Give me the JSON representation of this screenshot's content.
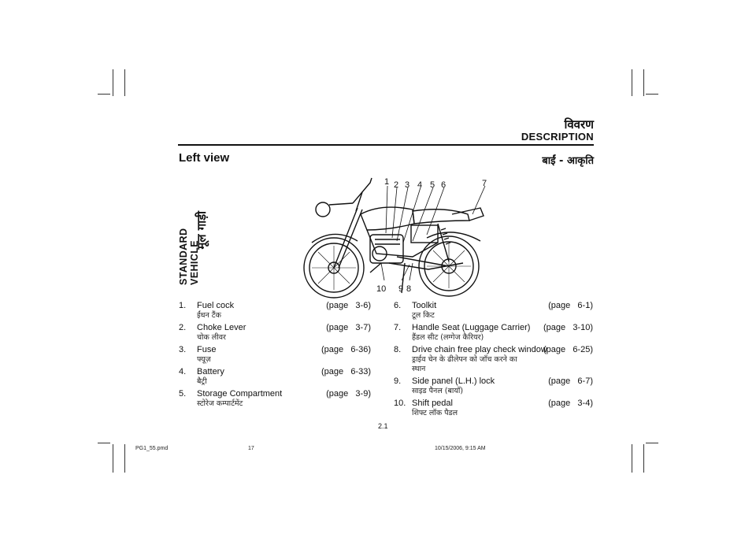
{
  "header": {
    "title_hindi": "विवरण",
    "title_english": "DESCRIPTION"
  },
  "section": {
    "title": "Left view",
    "title_hindi": "बाईं - आकृति",
    "side_label": "STANDARD VEHICLE",
    "side_label_hindi": "मूल गाड़ी"
  },
  "diagram": {
    "callouts": [
      "1",
      "2",
      "3",
      "4",
      "5",
      "6",
      "7",
      "8",
      "9",
      "10"
    ]
  },
  "parts_left": [
    {
      "num": "1.",
      "name": "Fuel cock",
      "page": "(page   3-6)",
      "hindi": "ईंधन टैंक"
    },
    {
      "num": "2.",
      "name": "Choke Lever",
      "page": "(page   3-7)",
      "hindi": "चोक लीवर"
    },
    {
      "num": "3.",
      "name": "Fuse",
      "page": "(page   6-36)",
      "hindi": "फ्यूज़"
    },
    {
      "num": "4.",
      "name": "Battery",
      "page": "(page   6-33)",
      "hindi": "बैट्री"
    },
    {
      "num": "5.",
      "name": "Storage Compartment",
      "page": "(page   3-9)",
      "hindi": "स्टोरेज कम्पार्टमेंट"
    }
  ],
  "parts_right": [
    {
      "num": "6.",
      "name": "Toolkit",
      "page": "(page   6-1)",
      "hindi": "टूल किट"
    },
    {
      "num": "7.",
      "name": "Handle Seat (Luggage Carrier)",
      "page": "(page   3-10)",
      "hindi": "हैंडल सीट (लग्गेज कैरियर)"
    },
    {
      "num": "8.",
      "name": "Drive chain free play check window",
      "page": "(page   6-25)",
      "hindi": "ड्राईव चेन के ढीलेपन को जाँच करने का स्थान"
    },
    {
      "num": "9.",
      "name": "Side panel (L.H.) lock",
      "page": "(page   6-7)",
      "hindi": "साइड पैनल (बायाँ)"
    },
    {
      "num": "10.",
      "name": "Shift pedal",
      "page": "(page   3-4)",
      "hindi": "शिफ्ट लॉक पैडल"
    }
  ],
  "page_number": "2.1",
  "footer": {
    "file": "PG1_55.pmd",
    "sheet": "17",
    "datetime": "10/15/2006, 9:15 AM"
  }
}
